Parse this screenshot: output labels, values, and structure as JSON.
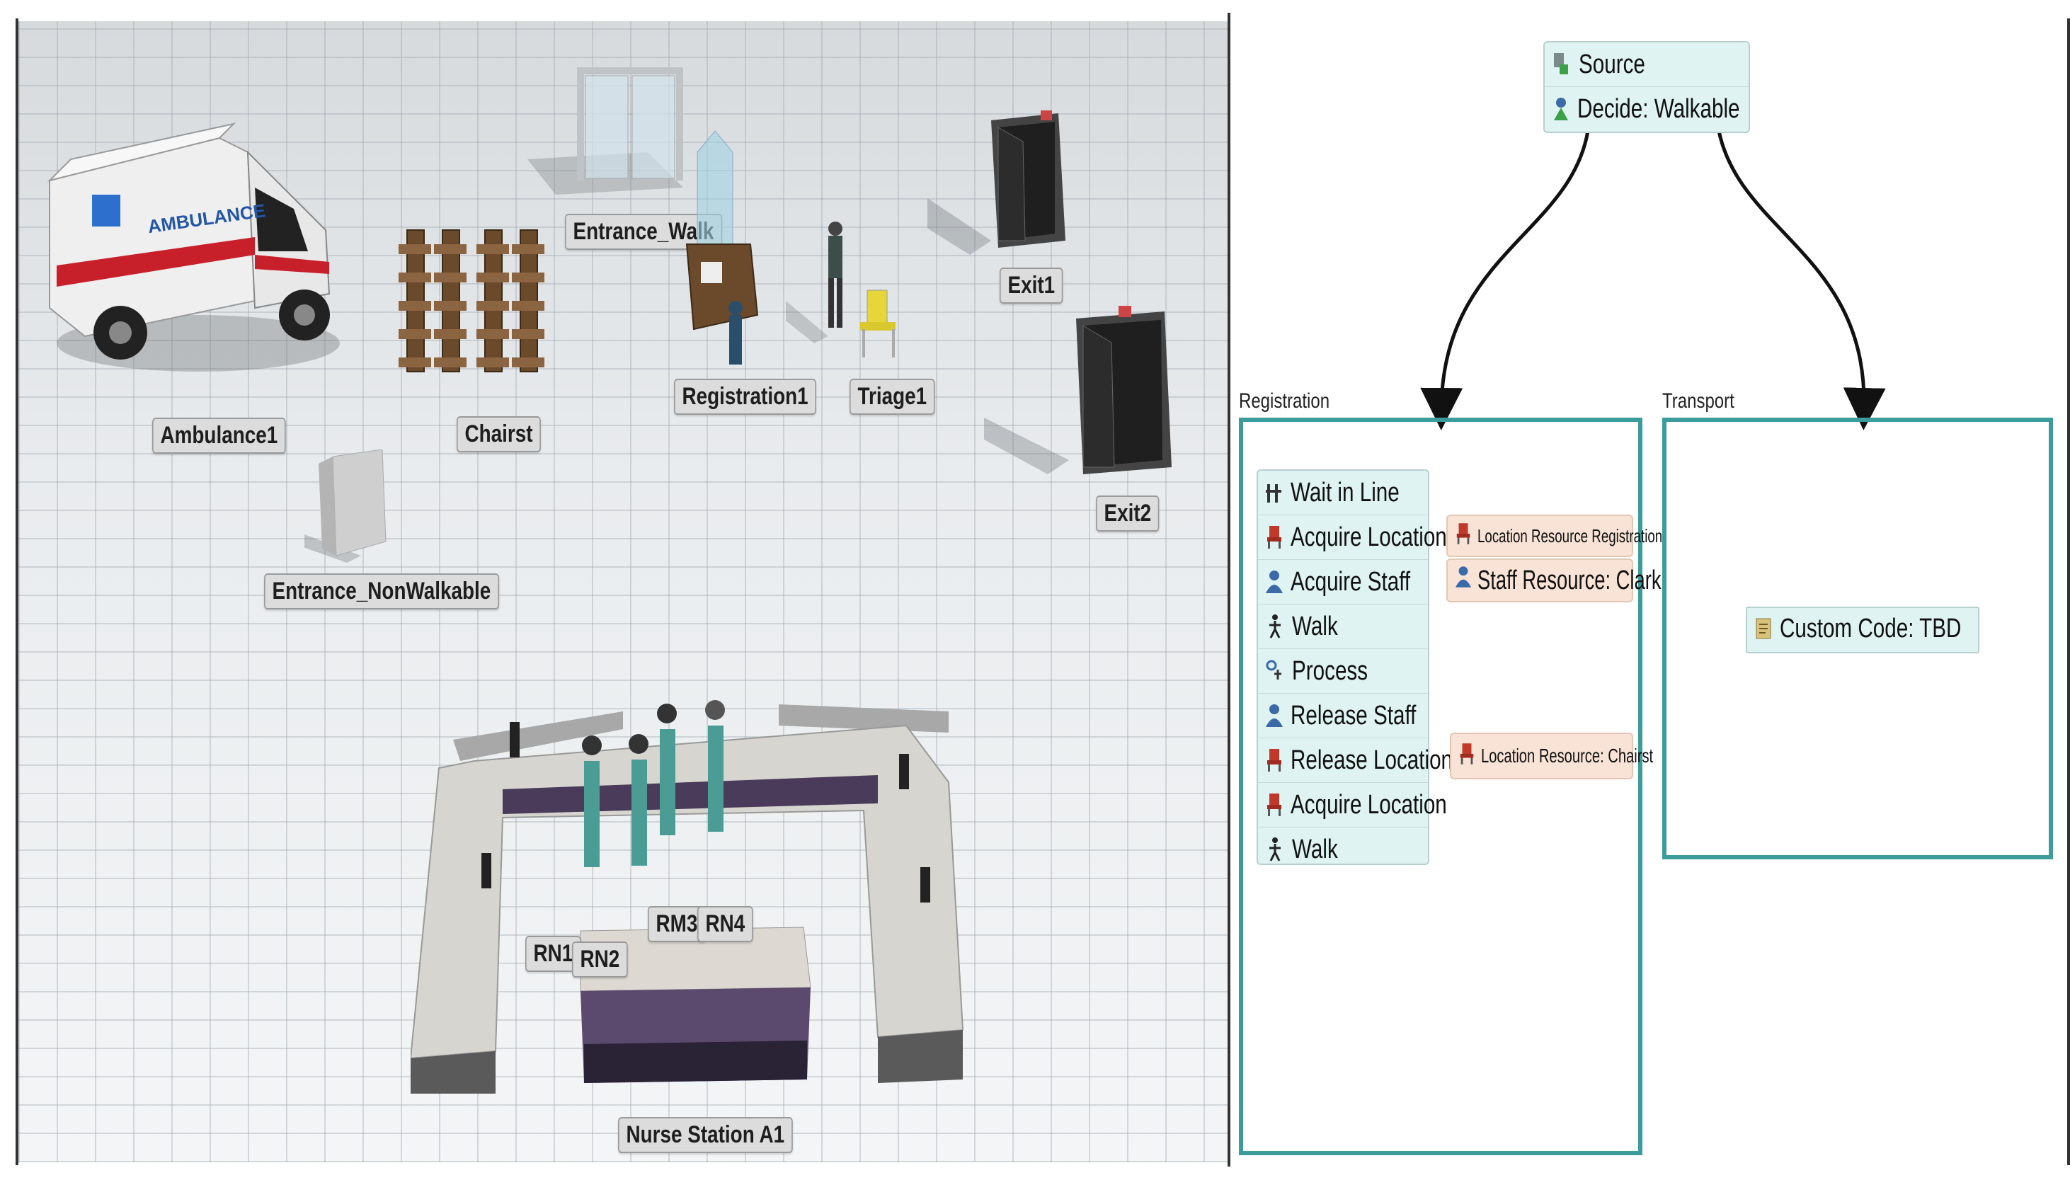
{
  "model_view": {
    "labels": {
      "ambulance": "Ambulance1",
      "chairs": "Chairst",
      "entrance_walk": "Entrance_Walk",
      "registration": "Registration1",
      "triage": "Triage1",
      "exit1": "Exit1",
      "exit2": "Exit2",
      "entrance_nonwalkable": "Entrance_NonWalkable",
      "rn1": "RN1",
      "rn2": "RN2",
      "rm3": "RM3",
      "rn4": "RN4",
      "nurse_station": "Nurse Station A1"
    },
    "ambulance_text": "AMBULANCE"
  },
  "flow": {
    "source_block": {
      "rows": [
        {
          "icon": "source-icon",
          "label": "Source"
        },
        {
          "icon": "decide-icon",
          "label": "Decide: Walkable"
        }
      ]
    },
    "registration": {
      "title": "Registration",
      "rows": [
        {
          "icon": "wait-line-icon",
          "label": "Wait in Line"
        },
        {
          "icon": "location-icon",
          "label": "Acquire Location"
        },
        {
          "icon": "staff-icon",
          "label": "Acquire Staff"
        },
        {
          "icon": "walk-icon",
          "label": "Walk"
        },
        {
          "icon": "process-icon",
          "label": "Process"
        },
        {
          "icon": "staff-icon",
          "label": "Release Staff"
        },
        {
          "icon": "location-icon",
          "label": "Release Location"
        },
        {
          "icon": "location-icon",
          "label": "Acquire Location"
        },
        {
          "icon": "walk-icon",
          "label": "Walk"
        }
      ],
      "resources": [
        {
          "icon": "location-icon",
          "label": "Location Resource Registration"
        },
        {
          "icon": "staff-icon",
          "label": "Staff Resource: Clark"
        },
        {
          "icon": "location-icon",
          "label": "Location Resource: Chairst"
        }
      ]
    },
    "transport": {
      "title": "Transport",
      "rows": [
        {
          "icon": "custom-code-icon",
          "label": "Custom Code: TBD"
        }
      ]
    },
    "colors": {
      "block_fill": "#dff3f2",
      "container_border": "#3c9c9c",
      "resource_fill": "#f8e3d6"
    }
  }
}
